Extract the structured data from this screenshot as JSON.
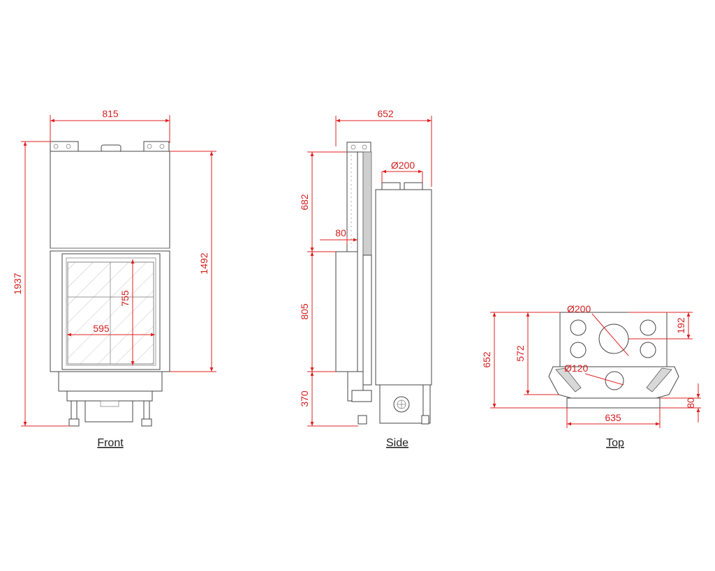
{
  "colors": {
    "dimension": "#e02020",
    "outline": "#444444",
    "caption": "#222222"
  },
  "views": {
    "front": {
      "caption": "Front",
      "dims": {
        "width": "815",
        "height": "1937",
        "door_height": "1492",
        "glass_height": "755",
        "glass_width": "595"
      }
    },
    "side": {
      "caption": "Side",
      "dims": {
        "depth": "652",
        "flue": "Ø200",
        "upper": "682",
        "offset": "80",
        "middle": "805",
        "base": "370"
      }
    },
    "top": {
      "caption": "Top",
      "dims": {
        "flue": "Ø200",
        "air": "Ø120",
        "flue_offset": "192",
        "depth_outer": "652",
        "depth_inner": "572",
        "front_width": "635",
        "front_depth": "80"
      }
    }
  }
}
